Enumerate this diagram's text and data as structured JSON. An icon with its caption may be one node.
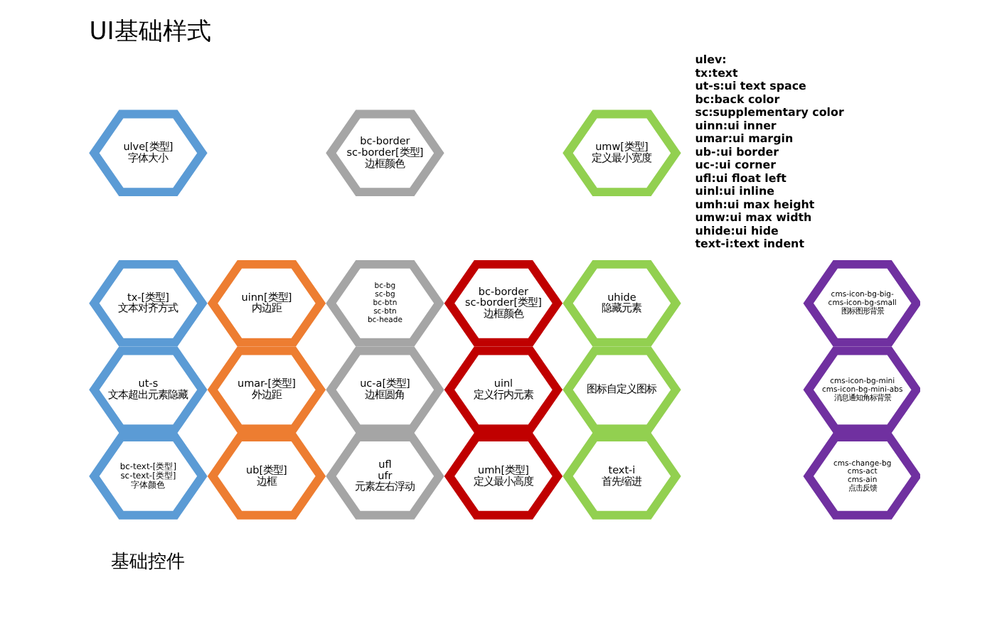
{
  "diagram": {
    "title": "UI基础样式",
    "nodes": [
      {
        "text": [
          "ulve[类型] 字体大小"
        ]
      },
      {
        "text": [
          "tx-[类型] 文本对齐方式"
        ]
      },
      {
        "text": [
          "ut-s 文本超出元素隐藏"
        ]
      },
      {
        "text": [
          "bc-text-[类型] sc-text-[类型] 字体颜色"
        ]
      },
      {
        "text": [
          "uinn[类型] 内边距"
        ]
      },
      {
        "text": [
          "umar-[类型] 外边距"
        ]
      },
      {
        "text": [
          "ub[类型] 边框"
        ]
      },
      {
        "text": [
          "bc-border sc-border[类型] 边框颜色"
        ]
      },
      {
        "text": [
          "bc-bg sc-bg bc-btn sc-btn bc-heade"
        ]
      },
      {
        "text": [
          "uc-a[类型] 边框圆角"
        ]
      },
      {
        "text": [
          "ufl ufr 元素左右浮动"
        ]
      },
      {
        "text": [
          "bc-border sc-border[类型] 边框颜色"
        ]
      },
      {
        "text": [
          "uinl 定义行内元素"
        ]
      },
      {
        "text": [
          "umh[类型] 定义最小高度"
        ]
      },
      {
        "text": [
          "umw[类型] 定义最小宽度"
        ]
      },
      {
        "text": [
          "uhide 隐藏元素"
        ]
      },
      {
        "text": [
          "图标自定义图标"
        ]
      },
      {
        "text": [
          "text-i 首先缩进"
        ]
      },
      {
        "text": [
          "cms-icon-bg-big- cms-icon-bg-small 图标图形背景"
        ]
      },
      {
        "text": [
          "cms-icon-bg-mini cms-icon-bg-mini-abs 消息通知角标背景"
        ]
      },
      {
        "text": [
          "cms-change-bg cms-act cms-ain 点击反馈"
        ]
      }
    ],
    "edges": [],
    "labels": [
      "ulev:",
      "tx:text",
      "ut-s:ui text space",
      "bc:back color",
      "sc:supplementary color",
      "uinn:ui inner",
      "umar:ui margin",
      "ub-:ui border",
      "uc-:ui corner",
      "ufl:ui float left",
      "uinl:ui inline",
      "umh:ui max height",
      "umw:ui max width",
      "uhide:ui hide",
      "text-i:text indent",
      "基础控件"
    ]
  }
}
